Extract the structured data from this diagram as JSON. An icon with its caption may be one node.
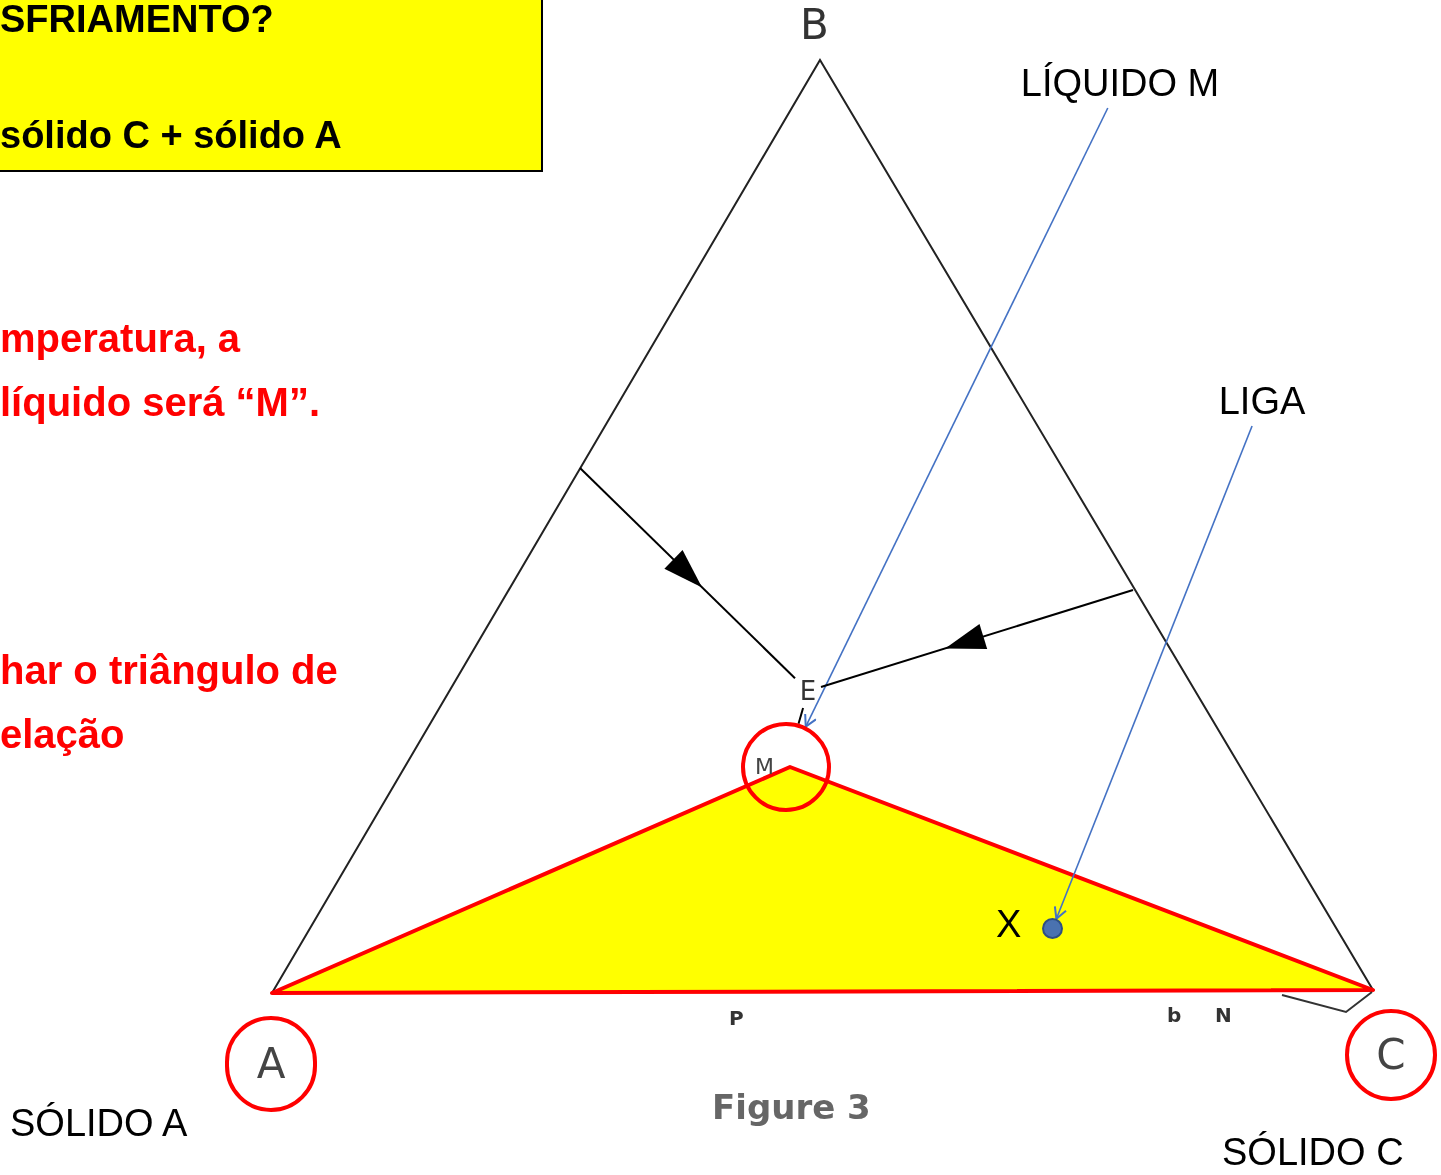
{
  "diagram": {
    "nodes": [
      {
        "text": [
          "SFRIAMENTO?",
          "sólido C + sólido A"
        ]
      },
      {
        "text": [
          "LÍQUIDO M"
        ]
      },
      {
        "text": [
          "LIGA"
        ]
      },
      {
        "text": [
          "M"
        ]
      },
      {
        "text": [],
        "shape": "circle"
      },
      {
        "text": [
          "E"
        ]
      },
      {
        "text": [
          "A"
        ],
        "beside": [
          "SÓLIDO A"
        ]
      },
      {
        "text": [
          "C"
        ],
        "beside": [
          "SÓLIDO C"
        ]
      }
    ],
    "edges": [
      {
        "from": 1,
        "to": 3,
        "arrow": "to",
        "color": "#4472c4"
      },
      {
        "from": 2,
        "to": 4,
        "arrow": "to",
        "color": "#4472c4"
      },
      {
        "from": null,
        "to": 5,
        "arrow": "to"
      },
      {
        "from": null,
        "to": 5,
        "arrow": "to"
      },
      {
        "from": 5,
        "to": 3,
        "arrow": "none"
      }
    ],
    "labels": [
      "B",
      "mperatura, a",
      "líquido será “M”.",
      "har o triângulo de",
      "elação",
      "X",
      "P",
      "b",
      "N",
      "Figure 3"
    ]
  }
}
